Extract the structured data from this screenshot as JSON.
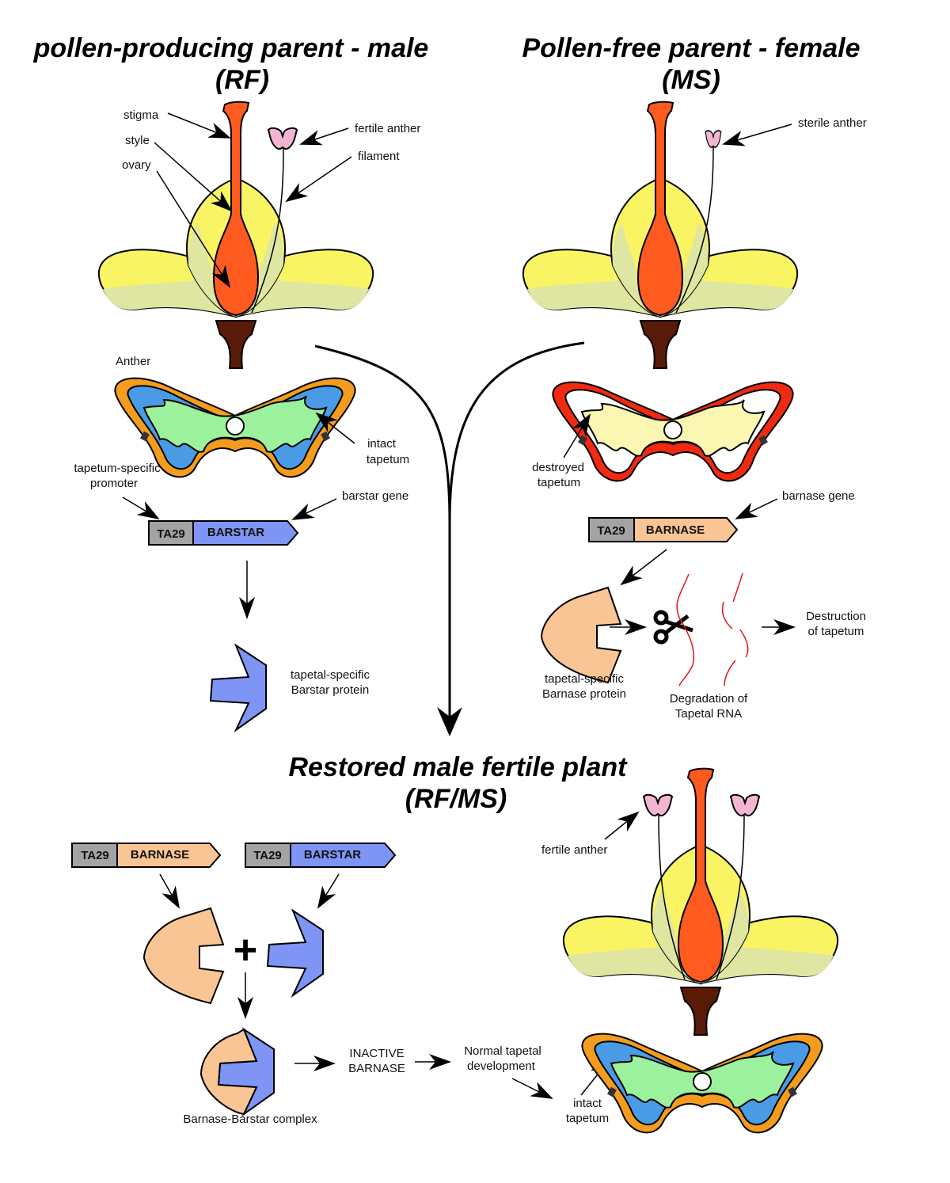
{
  "titles": {
    "male_line1": "pollen-producing parent - male",
    "male_line2": "(RF)",
    "female_line1": "Pollen-free parent - female",
    "female_line2": "(MS)",
    "restored_line1": "Restored male fertile plant",
    "restored_line2": "(RF/MS)"
  },
  "male": {
    "labels": {
      "stigma": "stigma",
      "style": "style",
      "ovary": "ovary",
      "fertile_anther": "fertile anther",
      "filament": "filament",
      "anther": "Anther",
      "intact_tapetum_1": "intact",
      "intact_tapetum_2": "tapetum",
      "promoter_1": "tapetum-specific",
      "promoter_2": "promoter",
      "barstar_gene": "barstar gene",
      "protein_1": "tapetal-specific",
      "protein_2": "Barstar protein"
    },
    "construct": {
      "promoter": "TA29",
      "gene": "BARSTAR"
    }
  },
  "female": {
    "labels": {
      "sterile_anther": "sterile anther",
      "destroyed_tapetum_1": "destroyed",
      "destroyed_tapetum_2": "tapetum",
      "barnase_gene": "barnase gene",
      "protein_1": "tapetal-specific",
      "protein_2": "Barnase protein",
      "rna_1": "Degradation of",
      "rna_2": "Tapetal RNA",
      "destruction_1": "Destruction",
      "destruction_2": "of tapetum"
    },
    "construct": {
      "promoter": "TA29",
      "gene": "BARNASE"
    }
  },
  "restored": {
    "constructs": [
      {
        "promoter": "TA29",
        "gene": "BARNASE"
      },
      {
        "promoter": "TA29",
        "gene": "BARSTAR"
      }
    ],
    "plus": "+",
    "labels": {
      "complex": "Barnase-Barstar complex",
      "inactive_1": "INACTIVE",
      "inactive_2": "BARNASE",
      "normal_1": "Normal tapetal",
      "normal_2": "development",
      "intact_1": "intact",
      "intact_2": "tapetum",
      "fertile_anther": "fertile anther"
    }
  },
  "colors": {
    "stigma_style": "#ff5a1f",
    "petal_yellow": "#f9f463",
    "petal_pale": "#dfe6a2",
    "receptacle": "#5a1a08",
    "anther_pink": "#f2b6d2",
    "anther_wall": "#f39c1d",
    "tapetum_blue": "#4a9be6",
    "locule_green": "#9cf29c",
    "destroyed_wall": "#f02a10",
    "destroyed_locule": "#fbf7b2",
    "promoter_grey": "#a3a3a3",
    "barstar_blue": "#7f95f5",
    "barnase_peach": "#fac594",
    "rna_red": "#e01818"
  }
}
